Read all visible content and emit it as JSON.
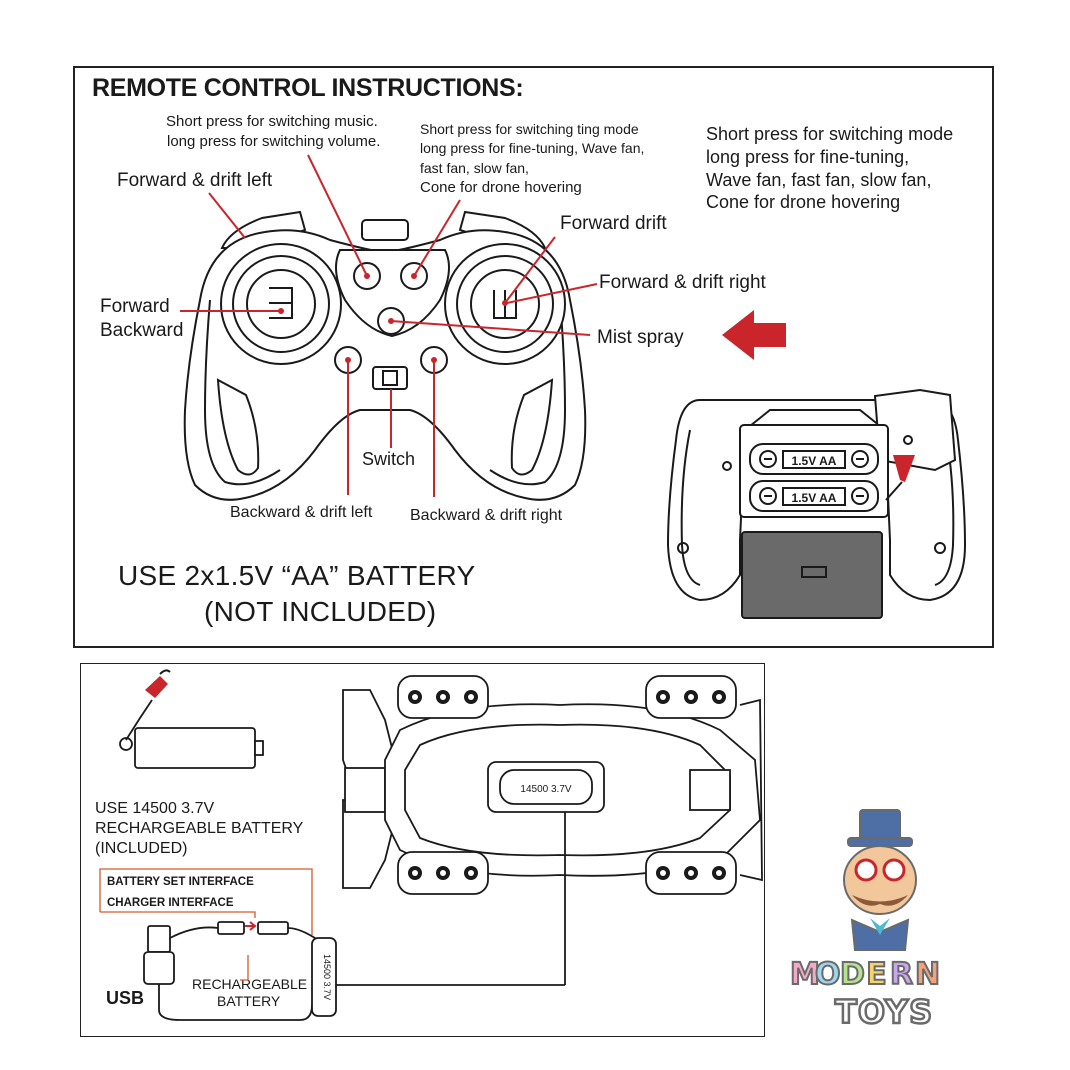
{
  "top": {
    "title": "REMOTE CONTROL INSTRUCTIONS:",
    "labels": {
      "music_1": "Short press for switching music.",
      "music_2": "long press for switching volume.",
      "ting_1": "Short press for switching ting mode",
      "ting_2": "long press for fine-tuning, Wave fan,",
      "ting_3": "fast fan, slow fan,",
      "ting_4": "Cone for drone hovering",
      "mode_1": "Short press for switching mode",
      "mode_2": "long press for fine-tuning,",
      "mode_3": "Wave fan, fast fan, slow  fan,",
      "mode_4": "Cone for drone hovering",
      "fwd_drift_left": "Forward & drift left",
      "forward": "Forward",
      "backward": "Backward",
      "forward_drift": "Forward drift",
      "fwd_drift_right": "Forward & drift right",
      "mist_spray": "Mist spray",
      "switch": "Switch",
      "back_drift_left": "Backward & drift left",
      "back_drift_right": "Backward & drift right"
    },
    "battery_line_1": "USE 2x1.5V “AA” BATTERY",
    "battery_line_2": "(NOT INCLUDED)",
    "aa_cell_label": "1.5V AA"
  },
  "bottom": {
    "battery_text_1": "USE 14500 3.7V",
    "battery_text_2": "RECHARGEABLE BATTERY",
    "battery_text_3": "(INCLUDED)",
    "battery_set_interface": "BATTERY SET INTERFACE",
    "charger_interface": "CHARGER INTERFACE",
    "usb": "USB",
    "rechargeable_1": "RECHARGEABLE",
    "rechargeable_2": "BATTERY",
    "cell_label": "14500  3.7V",
    "cell_label_vertical": "14500  3.7V"
  },
  "logo": {
    "letters": [
      "M",
      "O",
      "D",
      "E",
      "R",
      "N"
    ],
    "letter_colors": [
      "#f4a9c8",
      "#9ed6f0",
      "#b7e38f",
      "#f7d36b",
      "#c8a7ee",
      "#f5a27a"
    ],
    "sub": "TOYS"
  },
  "colors": {
    "accent_red": "#c9252b",
    "line": "#1a1a1a",
    "orange_line": "#d65a2a"
  }
}
